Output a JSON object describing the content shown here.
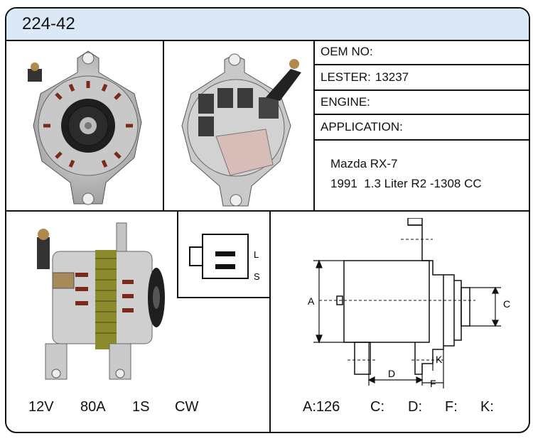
{
  "part_number": "224-42",
  "info": {
    "oem_label": "OEM NO:",
    "oem_value": "",
    "lester_label": "LESTER:",
    "lester_value": "13237",
    "engine_label": "ENGINE:",
    "engine_value": "",
    "application_label": "APPLICATION:",
    "application_line1": "Mazda RX-7",
    "application_line2": "1991  1.3 Liter R2 -1308 CC"
  },
  "specs": {
    "voltage": "12V",
    "amperage": "80A",
    "type": "1S",
    "rotation": "CW"
  },
  "plug": {
    "terminal_top": "L",
    "terminal_bottom": "S"
  },
  "diagram": {
    "labels": {
      "a": "A",
      "c": "C",
      "d": "D",
      "f": "F",
      "k": "K"
    },
    "values": {
      "a": "A:126",
      "c": "C:",
      "d": "D:",
      "f": "F:",
      "k": "K:"
    }
  },
  "images": {
    "front": "alternator-front-photo",
    "rear": "alternator-rear-photo",
    "side": "alternator-side-photo"
  }
}
